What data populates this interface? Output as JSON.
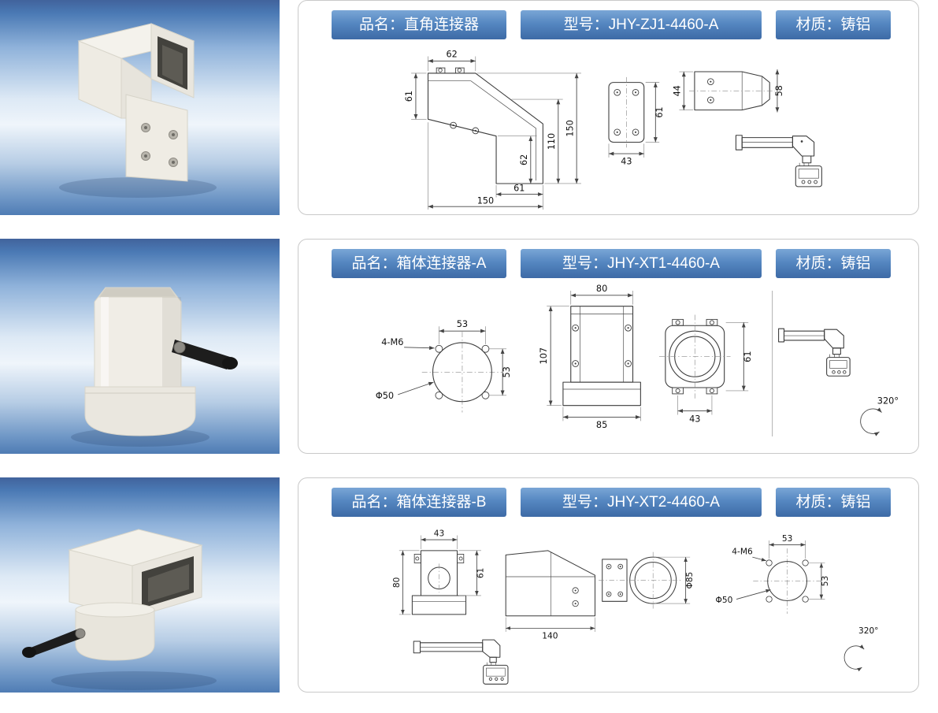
{
  "page": {
    "background": "#ffffff"
  },
  "accent": {
    "badge_top": "#7aa6d6",
    "badge_bottom": "#3d6aa6",
    "photo_bg": "#4a79b4",
    "panel_border": "#c9c9c9"
  },
  "rows": [
    {
      "photo_alt": "white cast-aluminium right-angle connector",
      "name": "品名：直角连接器",
      "model": "型号：JHY-ZJ1-4460-A",
      "material": "材质：铸铝",
      "dims": {
        "front_top_width": "62",
        "front_left_height": "61",
        "front_inner_height": "62",
        "front_mid_height": "110",
        "front_total_height": "150",
        "front_bottom_width": "61",
        "front_total_width": "150",
        "side_height": "61",
        "side_width": "43",
        "top_left_height": "44",
        "top_right_height": "58"
      }
    },
    {
      "photo_alt": "white cast-aluminium box connector A with black clamp lever",
      "name": "品名：箱体连接器-A",
      "model": "型号：JHY-XT1-4460-A",
      "material": "材质：铸铝",
      "dims": {
        "bolt_note": "4-M6",
        "bolt_spacing_h": "53",
        "bolt_spacing_v": "53",
        "bolt_circle_dia": "Φ50",
        "front_width": "80",
        "front_height": "107",
        "base_width": "85",
        "clamp_height": "61",
        "clamp_width": "43",
        "swivel_angle": "320°"
      }
    },
    {
      "photo_alt": "white cast-aluminium box connector B with black clamp lever",
      "name": "品名：箱体连接器-B",
      "model": "型号：JHY-XT2-4460-A",
      "material": "材质：铸铝",
      "dims": {
        "front_top_width": "43",
        "front_right_height": "61",
        "front_total_height": "80",
        "side_length": "140",
        "clamp_dia": "Φ85",
        "bolt_note": "4-M6",
        "bolt_spacing_h": "53",
        "bolt_spacing_v": "53",
        "bolt_circle_dia": "Φ50",
        "swivel_angle": "320°"
      }
    }
  ]
}
